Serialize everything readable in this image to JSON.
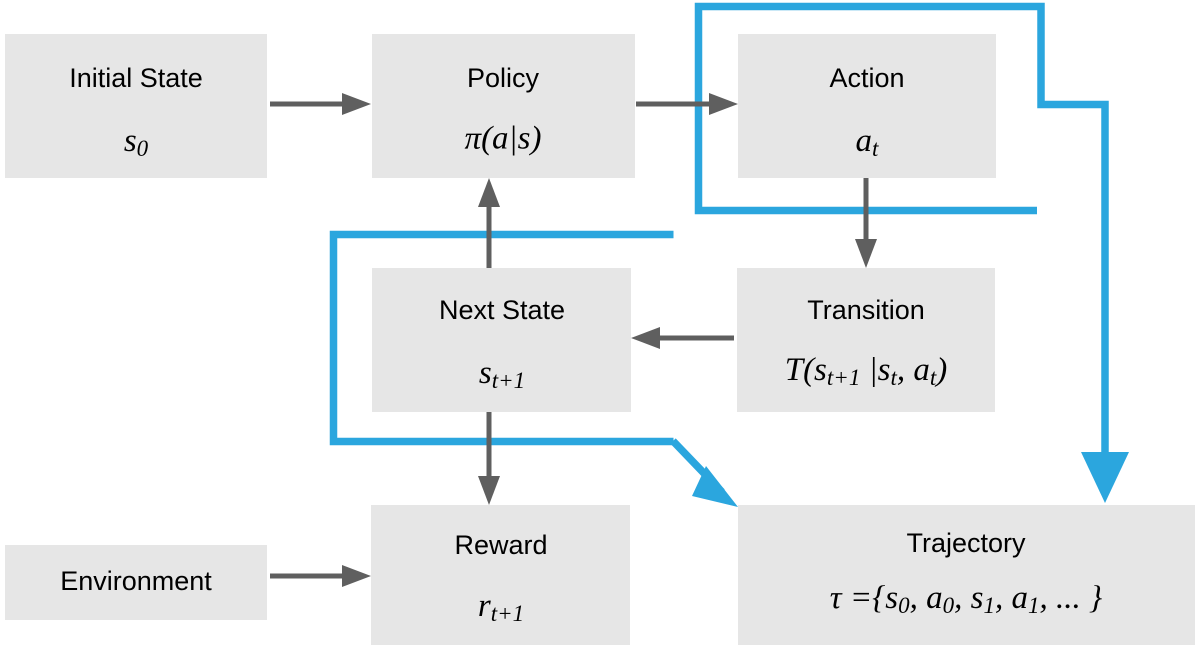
{
  "diagram": {
    "title": "Reinforcement Learning Markov Decision Process Flow",
    "colors": {
      "box_fill": "#e6e6e6",
      "arrow_gray": "#5f5f5f",
      "highlight_blue": "#2ba6de",
      "background": "#ffffff",
      "text": "#000000"
    },
    "nodes": {
      "initial_state": {
        "label": "Initial State",
        "math_base": "s",
        "math_sub": "0"
      },
      "policy": {
        "label": "Policy",
        "math": "π(a|s)",
        "math_pi": "π",
        "math_rest": "(a|s)"
      },
      "action": {
        "label": "Action",
        "math_base": "a",
        "math_sub": "t"
      },
      "transition": {
        "label": "Transition",
        "math_p1": "T(s",
        "math_s1": "t+1",
        "math_p2": " |s",
        "math_s2": "t",
        "math_p3": ", a",
        "math_s3": "t",
        "math_p4": ")"
      },
      "next_state": {
        "label": "Next State",
        "math_base": "s",
        "math_sub": "t+1"
      },
      "reward": {
        "label": "Reward",
        "math_base": "r",
        "math_sub": "t+1"
      },
      "environment": {
        "label": "Environment"
      },
      "trajectory": {
        "label": "Trajectory",
        "math_tau": "τ ={s",
        "math_s0": "0",
        "math_a": ", a",
        "math_a0": "0",
        "math_s": ", s",
        "math_s1": "1",
        "math_a2": ", a",
        "math_a1": "1",
        "math_end": ", ... }"
      }
    },
    "edges": [
      {
        "name": "initial-state-to-policy",
        "from": "initial_state",
        "to": "policy",
        "style": "gray"
      },
      {
        "name": "policy-to-action",
        "from": "policy",
        "to": "action",
        "style": "gray"
      },
      {
        "name": "action-to-transition",
        "from": "action",
        "to": "transition",
        "style": "gray"
      },
      {
        "name": "transition-to-next-state",
        "from": "transition",
        "to": "next_state",
        "style": "gray"
      },
      {
        "name": "next-state-to-policy",
        "from": "next_state",
        "to": "policy",
        "style": "gray"
      },
      {
        "name": "next-state-to-reward",
        "from": "next_state",
        "to": "reward",
        "style": "gray"
      },
      {
        "name": "environment-to-reward",
        "from": "environment",
        "to": "reward",
        "style": "gray"
      },
      {
        "name": "action-to-trajectory",
        "from": "action",
        "to": "trajectory",
        "style": "blue"
      },
      {
        "name": "next-state-to-trajectory",
        "from": "next_state",
        "to": "trajectory",
        "style": "blue"
      }
    ],
    "highlights": [
      {
        "name": "action-highlight-frame",
        "around": "action"
      },
      {
        "name": "next-state-highlight-frame",
        "around": "next_state"
      }
    ]
  }
}
